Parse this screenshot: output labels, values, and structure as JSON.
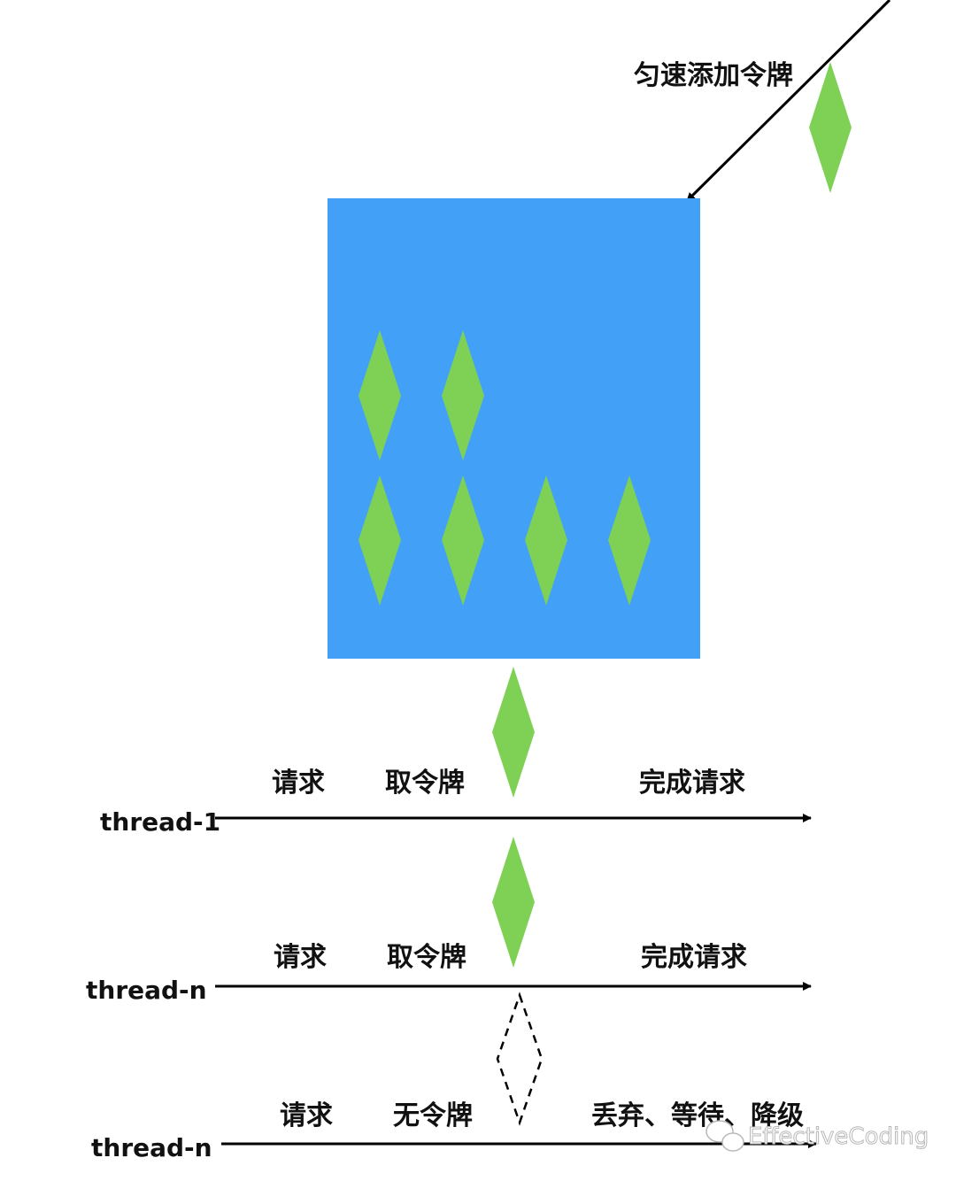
{
  "labels": {
    "add_tokens": "匀速添加令牌"
  },
  "threads": [
    {
      "name": "thread-1",
      "request": "请求",
      "token_step": "取令牌",
      "result": "完成请求"
    },
    {
      "name": "thread-n",
      "request": "请求",
      "token_step": "取令牌",
      "result": "完成请求"
    },
    {
      "name": "thread-n",
      "request": "请求",
      "token_step": "无令牌",
      "result": "丢弃、等待、降级"
    }
  ],
  "watermark": "EffectiveCoding",
  "colors": {
    "bucket": "#42a1f7",
    "token": "#7ed155",
    "line": "#000000"
  }
}
